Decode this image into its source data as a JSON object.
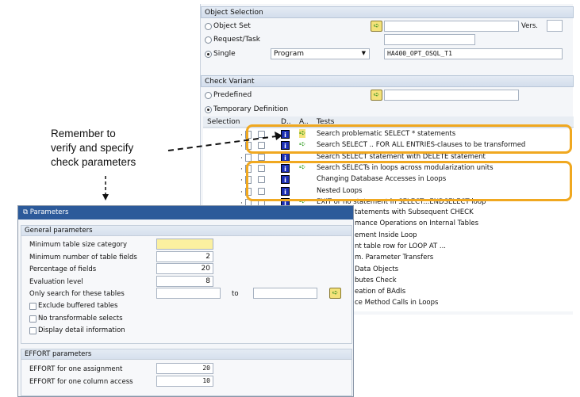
{
  "object_selection": {
    "title": "Object Selection",
    "object_set": "Object Set",
    "vers_label": "Vers.",
    "request_task": "Request/Task",
    "single": "Single",
    "type_value": "Program",
    "program_value": "HA400_OPT_OSQL_T1"
  },
  "check_variant": {
    "title": "Check Variant",
    "predefined": "Predefined",
    "temporary": "Temporary Definition"
  },
  "table": {
    "headers": [
      "Selection",
      "D..",
      "A..",
      "Tests"
    ],
    "rows": [
      {
        "text": "Search problematic SELECT * statements",
        "info": true,
        "arrow": true,
        "highlight": true
      },
      {
        "text": "Search SELECT .. FOR ALL ENTRIES-clauses to be transformed",
        "info": true,
        "arrow": true
      },
      {
        "text": "Search SELECT statement with DELETE statement",
        "info": true,
        "arrow": false
      },
      {
        "text": "Search SELECTs in loops across modularization units",
        "info": true,
        "arrow": true
      },
      {
        "text": "Changing Database Accesses in Loops",
        "info": true,
        "arrow": false
      },
      {
        "text": "Nested Loops",
        "info": true,
        "arrow": false
      },
      {
        "text": "EXIT or no statement in SELECT...ENDSELECT loop",
        "info": true,
        "arrow": true
      }
    ],
    "hidden_rows": [
      "tatements with Subsequent CHECK",
      "mance Operations on Internal Tables",
      "ement Inside Loop",
      "nt table row for LOOP AT ...",
      "m. Parameter Transfers",
      "Data Objects",
      "butes Check",
      "eation of BAdIs",
      "ce Method Calls in Loops"
    ]
  },
  "annotation": {
    "lines": [
      "Remember to",
      "verify and specify",
      "check parameters"
    ]
  },
  "dialog": {
    "title": "Parameters",
    "general": {
      "title": "General parameters",
      "fields": [
        {
          "label": "Minimum table size category",
          "value": ""
        },
        {
          "label": "Minimum number of table fields",
          "value": "2"
        },
        {
          "label": "Percentage of fields",
          "value": "20"
        },
        {
          "label": "Evaluation level",
          "value": "8"
        }
      ],
      "range_label": "Only search for these tables",
      "to_label": "to",
      "checkboxes": [
        "Exclude buffered tables",
        "No transformable selects",
        "Display detail information"
      ]
    },
    "effort": {
      "title": "EFFORT parameters",
      "fields": [
        {
          "label": "EFFORT for one assignment",
          "value": "20"
        },
        {
          "label": "EFFORT for one column access",
          "value": "10"
        }
      ]
    }
  },
  "colors": {
    "highlight": "#f0a820",
    "title_bar": "#2c5a9a"
  }
}
